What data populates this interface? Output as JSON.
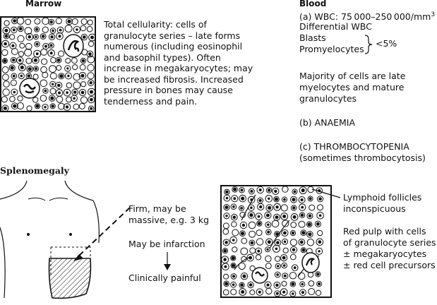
{
  "marrow": {
    "heading": "Marrow",
    "description": [
      "Total cellularity: cells of",
      "granulocyte series – late forms",
      "numerous (including eosinophil",
      "and basophil types). Often",
      "increase in megakaryocytes; may",
      "be increased fibrosis. Increased",
      "pressure in bones may cause",
      "tenderness and pain."
    ]
  },
  "blood": {
    "heading": "Blood",
    "wbc": "(a) WBC: 75 000–250 000/mm",
    "wbc_sup": "3",
    "differential": "Differential WBC",
    "blasts": "Blasts",
    "promyelocytes": "Promyelocytes",
    "bracket_value": "<5%",
    "majority": [
      "Majority of cells are late",
      "myelocytes and mature",
      "granulocytes"
    ],
    "anaemia": "(b) ANAEMIA",
    "thrombo": "(c) THROMBOCYTOPENIA",
    "thrombo_note": "(sometimes thrombocytosis)"
  },
  "spleen": {
    "heading": "Splenomegaly",
    "firm": [
      "Firm, may be",
      "massive, e.g. 3 kg"
    ],
    "infarction": "May be infarction",
    "painful": "Clinically painful"
  },
  "red_pulp": {
    "lymphoid": [
      "Lymphoid follicles",
      "inconspicuous"
    ],
    "red_pulp": [
      "Red pulp with cells",
      "of granulocyte series",
      "± megakaryocytes",
      "± red cell precursors"
    ]
  }
}
